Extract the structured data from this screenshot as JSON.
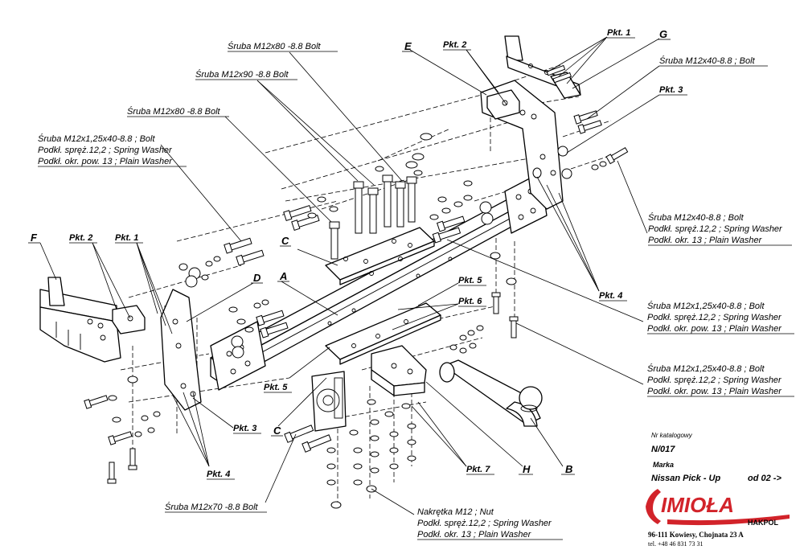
{
  "labels": {
    "bolt_m12x80_top": "Śruba M12x80 -8.8 Bolt",
    "bolt_m12x90": "Śruba M12x90 -8.8 Bolt",
    "bolt_m12x80_mid": "Śruba M12x80 -8.8 Bolt",
    "bolt_m12x125_left": [
      "Śruba M12x1,25x40-8.8 ;  Bolt",
      "Podkł. spręż.12,2 ; Spring Washer",
      "Podkł. okr. pow. 13 ; Plain Washer"
    ],
    "bolt_m12x40_g": "Śruba M12x40-8.8 ;  Bolt",
    "bolt_m12x40_right": [
      "Śruba M12x40-8.8 ;  Bolt",
      "Podkł. spręż.12,2 ; Spring Washer",
      "Podkł. okr. 13 ; Plain Washer"
    ],
    "bolt_m12x125_right1": [
      "Śruba M12x1,25x40-8.8 ;  Bolt",
      "Podkł. spręż.12,2 ; Spring Washer",
      "Podkł. okr. pow. 13 ; Plain Washer"
    ],
    "bolt_m12x125_right2": [
      "Śruba M12x1,25x40-8.8 ;  Bolt",
      "Podkł. spręż.12,2 ; Spring Washer",
      "Podkł. okr. pow. 13 ; Plain Washer"
    ],
    "bolt_m12x70": "Śruba M12x70 -8.8 Bolt",
    "nut_m12": [
      "Nakrętka  M12 ; Nut",
      "Podkł. spręż.12,2 ; Spring Washer",
      "Podkł. okr. 13 ; Plain Washer"
    ]
  },
  "points": {
    "pkt1": "Pkt. 1",
    "pkt2": "Pkt. 2",
    "pkt3": "Pkt. 3",
    "pkt4": "Pkt. 4",
    "pkt5": "Pkt. 5",
    "pkt6": "Pkt. 6",
    "pkt7": "Pkt. 7"
  },
  "parts": {
    "A": "A",
    "B": "B",
    "C": "C",
    "D": "D",
    "E": "E",
    "F": "F",
    "G": "G",
    "H": "H"
  },
  "info": {
    "catalog_label": "Nr katalogowy",
    "catalog_number": "N/017",
    "brand_label": "Marka",
    "vehicle": "Nissan Pick - Up",
    "from_year": "od  02 ->",
    "logo_name": "IMIOŁA",
    "logo_sub": "HAKPOL",
    "address": "96-111 Kowiesy, Chojnata 23 A",
    "phone": "tel. +48 46 831 73 31"
  },
  "colors": {
    "logo_red": "#d2232a",
    "ink": "#000000"
  }
}
